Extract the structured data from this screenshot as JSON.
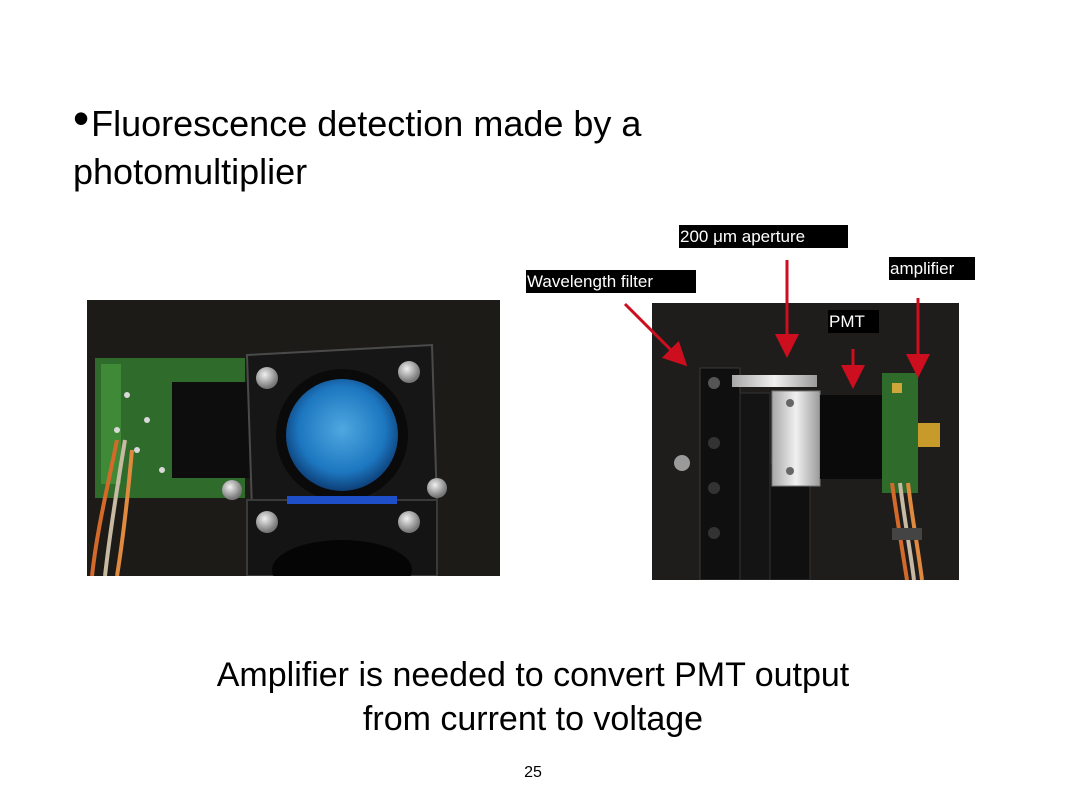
{
  "slide": {
    "bullet_text": "Fluorescence detection made by a photomultiplier",
    "caption_line1": "Amplifier is needed to convert PMT output",
    "caption_line2": "from current to voltage",
    "page_number": "25"
  },
  "labels": {
    "wavelength_filter": "Wavelength filter",
    "aperture_prefix": "200 ",
    "aperture_mu": "μ",
    "aperture_suffix": "m aperture",
    "pmt": "PMT",
    "amplifier": "amplifier"
  },
  "colors": {
    "arrow": "#cc0e1e",
    "label_bg": "#000000",
    "label_text": "#ffffff"
  }
}
